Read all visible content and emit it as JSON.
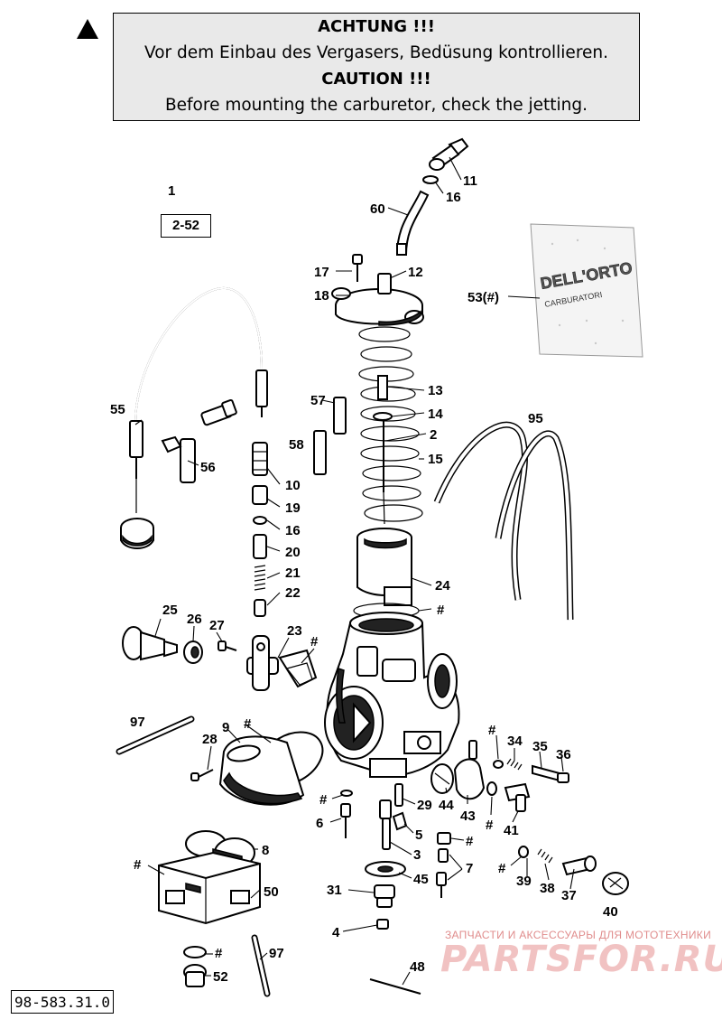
{
  "caution": {
    "title_de": "ACHTUNG !!!",
    "text_de": "Vor dem Einbau des Vergasers, Bedüsung kontrollieren.",
    "title_en": "CAUTION !!!",
    "text_en": "Before mounting the carburetor, check the jetting."
  },
  "assembly": {
    "number": "1",
    "range": "2-52"
  },
  "callouts": {
    "c11": "11",
    "c16a": "16",
    "c60": "60",
    "c17": "17",
    "c12": "12",
    "c18": "18",
    "c53": "53(#)",
    "c13": "13",
    "c14": "14",
    "c57": "57",
    "c55": "55",
    "c95": "95",
    "c2": "2",
    "c58": "58",
    "c15": "15",
    "c56": "56",
    "c10": "10",
    "c19": "19",
    "c16b": "16",
    "c20": "20",
    "c21": "21",
    "c22": "22",
    "c24": "24",
    "hash_24": "#",
    "c25": "25",
    "c26": "26",
    "c27": "27",
    "c23": "23",
    "hash_23": "#",
    "c97a": "97",
    "c9": "9",
    "hash_9": "#",
    "c28": "28",
    "hash_34": "#",
    "c34": "34",
    "c35": "35",
    "c36": "36",
    "hash_6": "#",
    "c6": "6",
    "c29": "29",
    "c44": "44",
    "c43": "43",
    "hash_41": "#",
    "c41": "41",
    "c5": "5",
    "c3": "3",
    "hash_7": "#",
    "c7": "7",
    "c8": "8",
    "hash_50": "#",
    "c50": "50",
    "c45": "45",
    "c31": "31",
    "hash_39": "#",
    "c39": "39",
    "c38": "38",
    "c37": "37",
    "c40": "40",
    "c4": "4",
    "hash_52": "#",
    "c52": "52",
    "c97b": "97",
    "c48": "48"
  },
  "packet_label": {
    "brand": "DELL'ORTO",
    "sub": "CARBURATORI"
  },
  "diagram_number": "98-583.31.0",
  "watermark": {
    "tagline": "ЗАПЧАСТИ И АКСЕССУАРЫ ДЛЯ МОТОТЕХНИКИ",
    "brand": "PARTSFOR.RU"
  }
}
